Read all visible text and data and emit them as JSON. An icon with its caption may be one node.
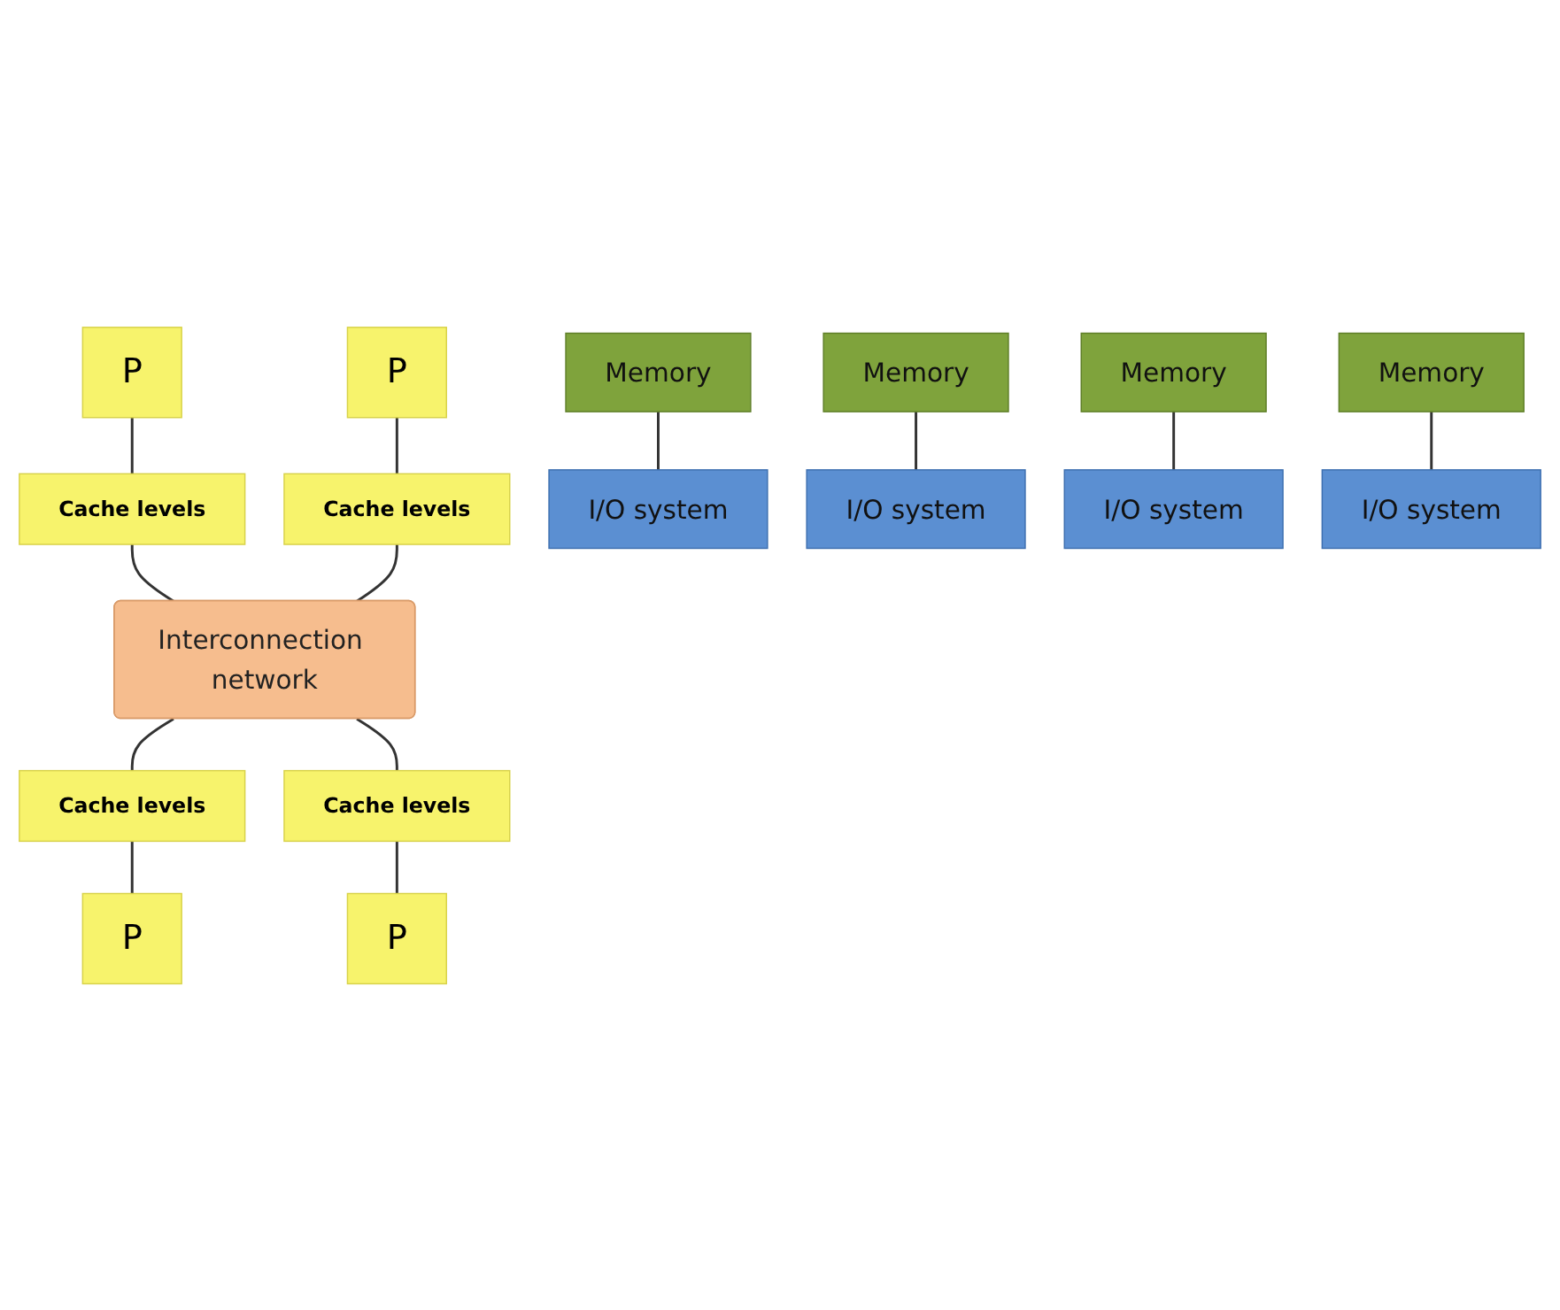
{
  "diagram": {
    "nodes": [
      {
        "text": [
          "P"
        ]
      },
      {
        "text": [
          "P"
        ]
      },
      {
        "text": [
          "Cache levels"
        ]
      },
      {
        "text": [
          "Cache levels"
        ]
      },
      {
        "text": [
          "Memory"
        ]
      },
      {
        "text": [
          "I/O system"
        ]
      },
      {
        "text": [
          "Memory"
        ]
      },
      {
        "text": [
          "I/O system"
        ]
      },
      {
        "text": [
          "Interconnection network"
        ]
      },
      {
        "text": [
          "Memory"
        ]
      },
      {
        "text": [
          "I/O system"
        ]
      },
      {
        "text": [
          "Memory"
        ]
      },
      {
        "text": [
          "I/O system"
        ]
      },
      {
        "text": [
          "Cache levels"
        ]
      },
      {
        "text": [
          "Cache levels"
        ]
      },
      {
        "text": [
          "P"
        ]
      },
      {
        "text": [
          "P"
        ]
      }
    ],
    "edges": [
      {
        "from": 0,
        "to": 2,
        "arrow": "none"
      },
      {
        "from": 1,
        "to": 3,
        "arrow": "none"
      },
      {
        "from": 2,
        "to": 8,
        "arrow": "none"
      },
      {
        "from": 3,
        "to": 8,
        "arrow": "none"
      },
      {
        "from": 4,
        "to": 5,
        "arrow": "none"
      },
      {
        "from": 6,
        "to": 7,
        "arrow": "none"
      },
      {
        "from": 8,
        "to": 13,
        "arrow": "none"
      },
      {
        "from": 8,
        "to": 14,
        "arrow": "none"
      },
      {
        "from": 9,
        "to": 10,
        "arrow": "none"
      },
      {
        "from": 11,
        "to": 12,
        "arrow": "none"
      },
      {
        "from": 13,
        "to": 15,
        "arrow": "none"
      },
      {
        "from": 14,
        "to": 16,
        "arrow": "none"
      }
    ]
  }
}
